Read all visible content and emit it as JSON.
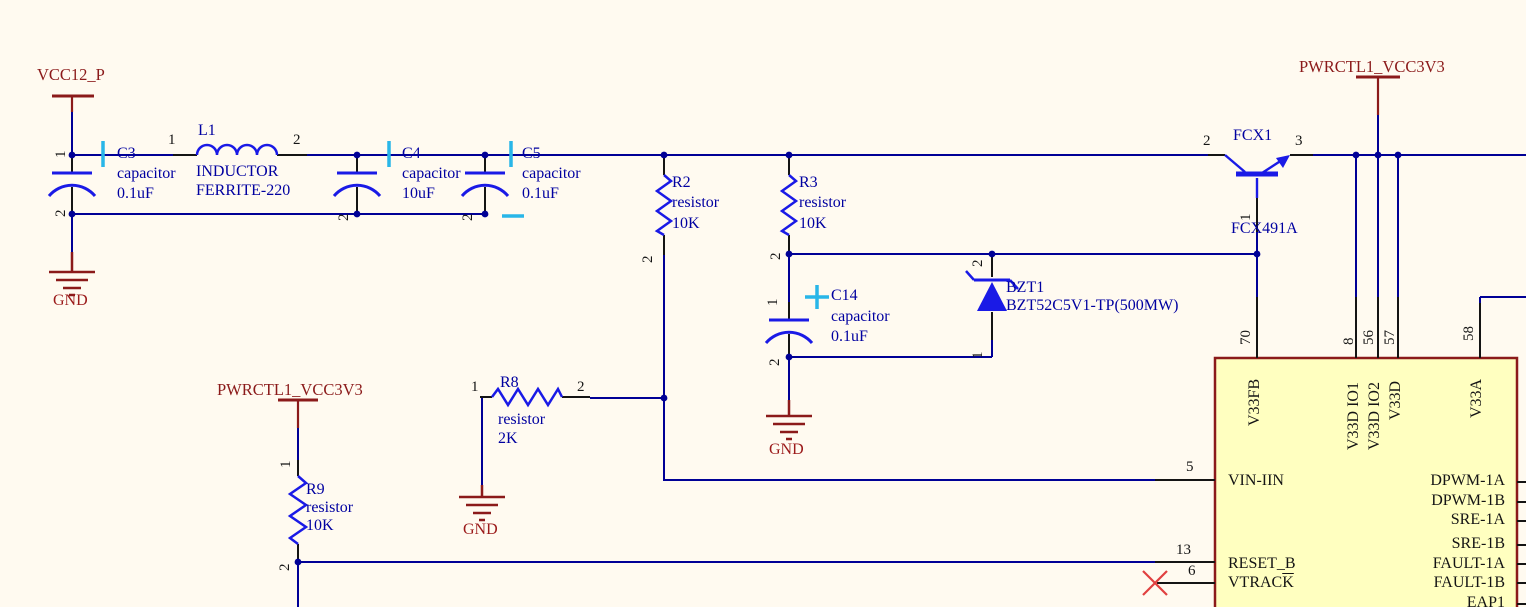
{
  "schematic": {
    "power": {
      "vcc12": "VCC12_P",
      "vcc3v3": "PWRCTL1_VCC3V3",
      "gnd": "GND"
    },
    "components": {
      "c3": {
        "ref": "C3",
        "type": "capacitor",
        "value": "0.1uF"
      },
      "l1": {
        "ref": "L1",
        "type": "INDUCTOR",
        "value": "FERRITE-220"
      },
      "c4": {
        "ref": "C4",
        "type": "capacitor",
        "value": "10uF"
      },
      "c5": {
        "ref": "C5",
        "type": "capacitor",
        "value": "0.1uF"
      },
      "r2": {
        "ref": "R2",
        "type": "resistor",
        "value": "10K"
      },
      "r3": {
        "ref": "R3",
        "type": "resistor",
        "value": "10K"
      },
      "c14": {
        "ref": "C14",
        "type": "capacitor",
        "value": "0.1uF"
      },
      "bzt1": {
        "ref": "BZT1",
        "value": "BZT52C5V1-TP(500MW)"
      },
      "r8": {
        "ref": "R8",
        "type": "resistor",
        "value": "2K"
      },
      "r9": {
        "ref": "R9",
        "type": "resistor",
        "value": "10K"
      },
      "fcx1": {
        "ref": "FCX1",
        "value": "FCX491A"
      }
    },
    "pin_numbers": {
      "n1": "1",
      "n2": "2",
      "n3": "3",
      "n5": "5",
      "n6": "6",
      "n8": "8",
      "n13": "13",
      "n56": "56",
      "n57": "57",
      "n58": "58",
      "n70": "70"
    },
    "ic": {
      "top_pins": [
        "V33FB",
        "V33D IO1",
        "V33D IO2",
        "V33D",
        "V33A"
      ],
      "left_pins": [
        "VIN-IIN",
        "RESET_B"
      ],
      "vtrack": {
        "main": "VTRAC",
        "overline": "K"
      },
      "right_pins": [
        "DPWM-1A",
        "DPWM-1B",
        "SRE-1A",
        "SRE-1B",
        "FAULT-1A",
        "FAULT-1B",
        "EAP1"
      ]
    },
    "colors": {
      "background": "#FFFAF0",
      "wire": "#000096",
      "symbol_blue": "#1A1AE6",
      "power_red": "#8B1A1A",
      "pin_black": "#141414",
      "polarity_cyan": "#29B6E8",
      "no_connect_red": "#E04040",
      "ic_fill": "#FFFFC0",
      "ic_border": "#8B1A1A"
    }
  }
}
